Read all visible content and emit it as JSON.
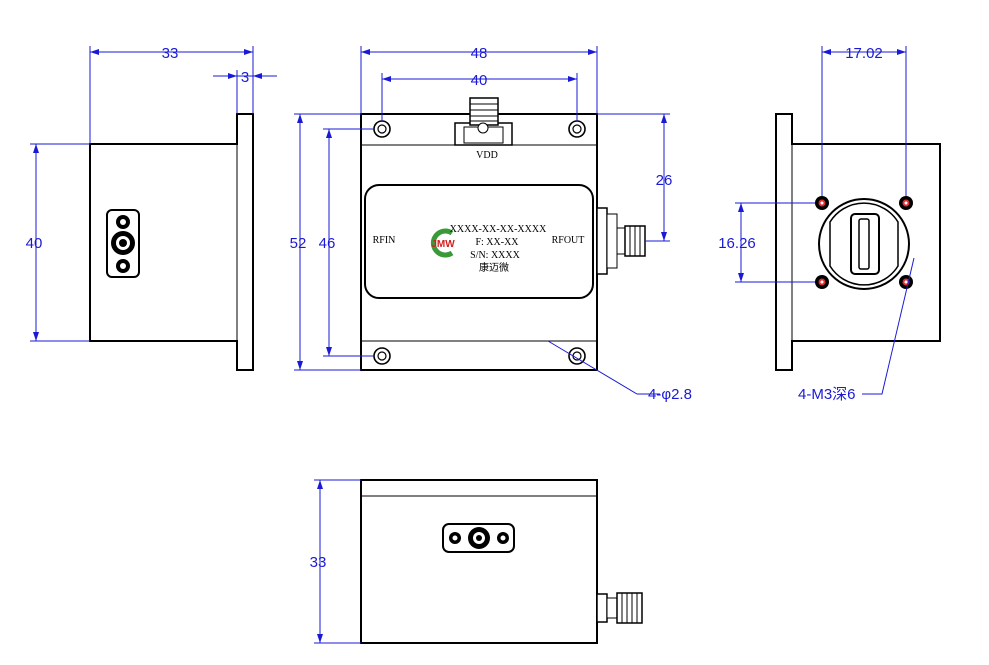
{
  "dimensions": {
    "left_width": "33",
    "left_flange": "3",
    "left_height": "40",
    "front_width": "48",
    "front_hole_spacing": "40",
    "front_height": "52",
    "front_hole_vertical": "46",
    "front_port_height": "26",
    "right_hole_h": "17.02",
    "right_hole_v": "16.26",
    "bottom_depth": "33"
  },
  "callouts": {
    "mount_holes": "4-φ2.8",
    "threaded_holes": "4-M3深6"
  },
  "labels": {
    "vdd": "VDD",
    "rf_in": "RFIN",
    "rf_out": "RFOUT",
    "part_number": "XXXX-XX-XX-XXXX",
    "frequency": "F: XX-XX",
    "serial": "S/N: XXXX",
    "brand": "康迈微"
  },
  "colors": {
    "dimension": "#1a1ad6",
    "outline": "#000000",
    "logo_green": "#3a9a3a",
    "logo_red": "#d22020",
    "hole_red": "#e03030"
  },
  "icons": {
    "logo": "jmw-logo-icon",
    "connector": "sma-connector-icon",
    "waveguide": "waveguide-port-icon"
  }
}
